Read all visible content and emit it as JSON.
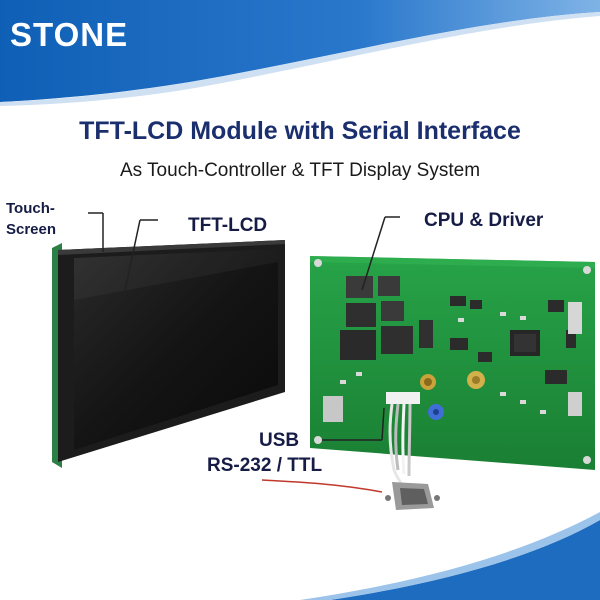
{
  "brand": {
    "name": "STONE"
  },
  "heading": {
    "title": "TFT-LCD Module with Serial Interface",
    "subtitle": "As Touch-Controller & TFT Display System"
  },
  "labels": {
    "touch_line1": "Touch-",
    "touch_line2": "Screen",
    "tft_lcd": "TFT-LCD",
    "cpu_driver": "CPU & Driver",
    "usb": "USB",
    "rs232": "RS-232 / TTL"
  },
  "colors": {
    "banner_blue": "#1563b8",
    "title_navy": "#1b2f6e",
    "pcb_green": "#1f8f3a",
    "screen_black": "#141414"
  }
}
